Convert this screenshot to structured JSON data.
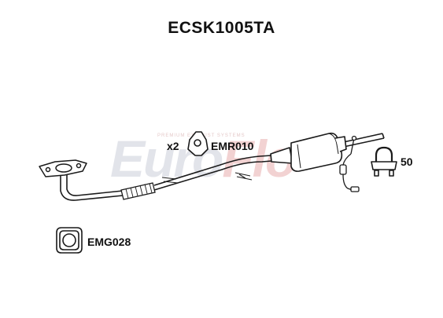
{
  "title": "ECSK1005TA",
  "watermark": {
    "brand": "EuroFlo",
    "tagline": "PREMIUM EXHAUST SYSTEMS"
  },
  "parts": {
    "mount": {
      "qty": "x2",
      "code": "EMR010"
    },
    "clamp": {
      "qty": "50"
    },
    "gasket": {
      "code": "EMG028"
    }
  },
  "colors": {
    "line": "#1a1a1a",
    "text": "#111111",
    "watermark_gray": "#e2e4ea",
    "watermark_red": "#f2d2d2"
  },
  "icons": [
    "exhaust-pipe-icon",
    "catalytic-converter-icon",
    "lambda-sensor-icon",
    "rubber-mount-icon",
    "u-bolt-clamp-icon",
    "flange-gasket-icon"
  ]
}
